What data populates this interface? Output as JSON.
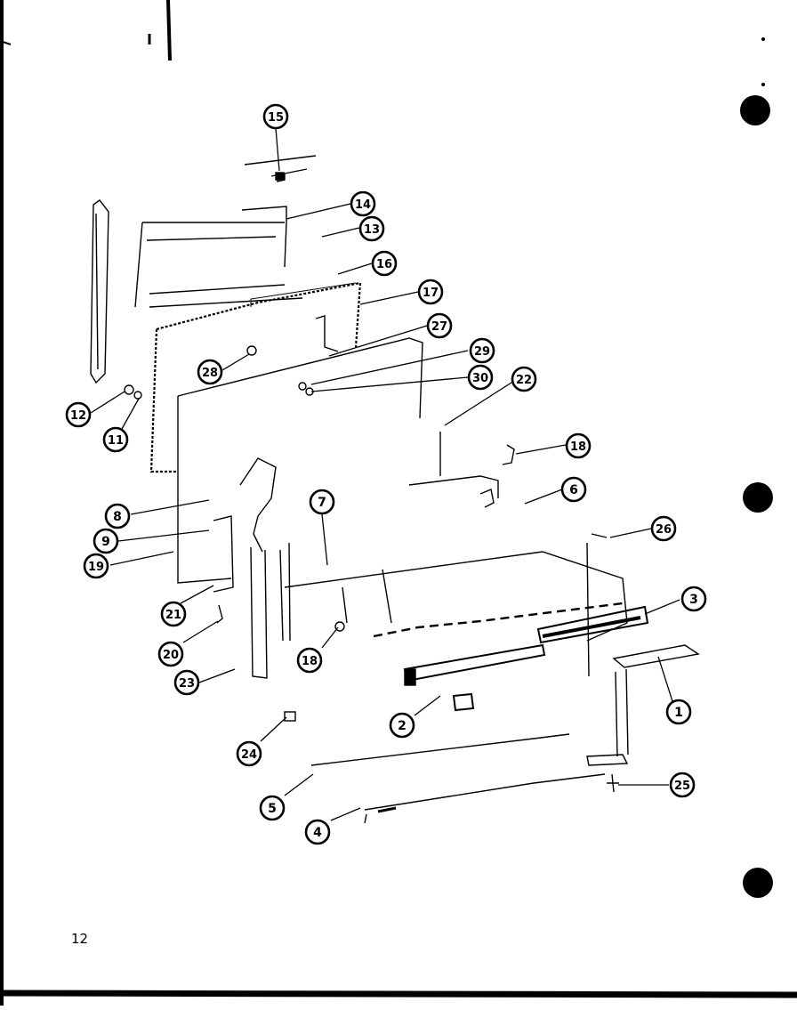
{
  "page": {
    "number": "12"
  },
  "callouts": [
    {
      "id": "15",
      "label": "15"
    },
    {
      "id": "14",
      "label": "14"
    },
    {
      "id": "13",
      "label": "13"
    },
    {
      "id": "16",
      "label": "16"
    },
    {
      "id": "17",
      "label": "17"
    },
    {
      "id": "27",
      "label": "27"
    },
    {
      "id": "28",
      "label": "28"
    },
    {
      "id": "29",
      "label": "29"
    },
    {
      "id": "30",
      "label": "30"
    },
    {
      "id": "22",
      "label": "22"
    },
    {
      "id": "12",
      "label": "12"
    },
    {
      "id": "11",
      "label": "11"
    },
    {
      "id": "18a",
      "label": "18"
    },
    {
      "id": "6",
      "label": "6"
    },
    {
      "id": "7",
      "label": "7"
    },
    {
      "id": "8",
      "label": "8"
    },
    {
      "id": "9",
      "label": "9"
    },
    {
      "id": "19",
      "label": "19"
    },
    {
      "id": "26",
      "label": "26"
    },
    {
      "id": "3",
      "label": "3"
    },
    {
      "id": "21",
      "label": "21"
    },
    {
      "id": "20",
      "label": "20"
    },
    {
      "id": "18b",
      "label": "18"
    },
    {
      "id": "23",
      "label": "23"
    },
    {
      "id": "1",
      "label": "1"
    },
    {
      "id": "2",
      "label": "2"
    },
    {
      "id": "24",
      "label": "24"
    },
    {
      "id": "25",
      "label": "25"
    },
    {
      "id": "5",
      "label": "5"
    },
    {
      "id": "4",
      "label": "4"
    }
  ]
}
